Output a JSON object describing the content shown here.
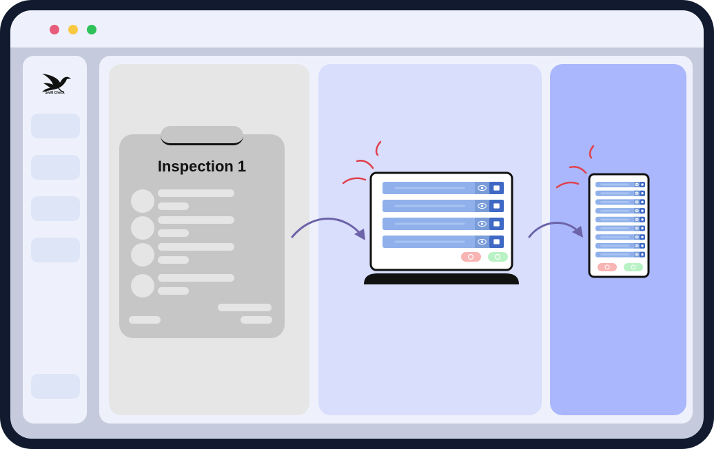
{
  "window": {
    "controls": [
      {
        "name": "close",
        "color": "#e85c7b"
      },
      {
        "name": "minimize",
        "color": "#f9c843"
      },
      {
        "name": "maximize",
        "color": "#2fc15a"
      }
    ]
  },
  "sidebar": {
    "logo_text": "Swift Check",
    "items": [
      "",
      "",
      "",
      ""
    ],
    "bottom_item": ""
  },
  "inspection_card": {
    "title": "Inspection 1"
  },
  "laptop": {
    "rows": 4,
    "row_actions": [
      "eye-icon",
      "save-icon"
    ],
    "buttons": [
      "cancel",
      "confirm"
    ]
  },
  "phone": {
    "rows": 9,
    "row_actions": [
      "eye-icon",
      "save-icon"
    ],
    "buttons": [
      "cancel",
      "confirm"
    ]
  },
  "colors": {
    "bezel": "#111a2e",
    "frame_bg": "#c5cbdc",
    "panel_bg": "#eef1fb",
    "col_grey": "#e6e6e6",
    "col_light_blue": "#d9defc",
    "col_blue": "#aab7fc",
    "row_blue": "#8fb0ea",
    "action_dark": "#3f69c4",
    "arrow": "#6c63a8",
    "signal": "#e0424f",
    "cancel": "#f9b4b4",
    "confirm": "#b9f2c4"
  }
}
